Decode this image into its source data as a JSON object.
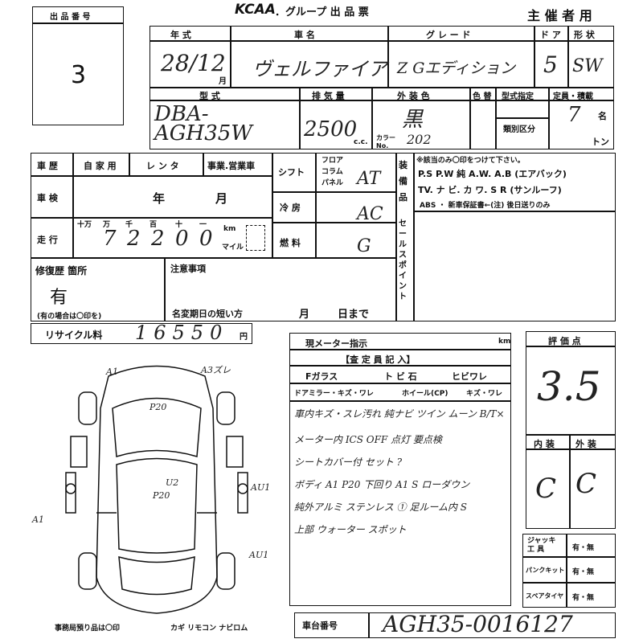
{
  "lot_box": {
    "header": "出 品 番 号",
    "number": "3"
  },
  "header": {
    "brand": "KCAA",
    "group": "．グループ 出 品 票",
    "host": "主 催 者 用"
  },
  "row1": {
    "year_label": "年 式",
    "name_label": "車 名",
    "grade_label": "グ レ ー ド",
    "door_label": "ド ア",
    "shape_label": "形 状",
    "year_val": "28/12",
    "month_mark": "月",
    "name_val": "ヴェルファイア",
    "grade_val": "Z Gエディション",
    "door_val": "5",
    "shape_val": "SW"
  },
  "row2": {
    "model_label": "型 式",
    "disp_label": "排 気 量",
    "color_label": "外 装 色",
    "color_code_label": "色 替",
    "type_label": "型式指定",
    "capacity_label": "定員・積載",
    "model_val": "DBA-AGH35W",
    "disp_val": "2500",
    "cc": "c.c.",
    "color_val": "黒",
    "color_no_label": "カラー No.",
    "color_no_val": "202",
    "class_label": "類別区分",
    "capacity_val": "7",
    "unit_seat": "名",
    "unit_ton": "トン"
  },
  "history": {
    "label": "車 歴",
    "opt1": "自 家 用",
    "opt2": "レ ン タ",
    "opt3": "事業.営業車"
  },
  "shift": {
    "label": "シフト",
    "floor": "フロア",
    "column": "コラム",
    "panel": "パネル",
    "val": "AT"
  },
  "equipment": {
    "label": "装備品",
    "note": "※該当のみ〇印をつけて下さい。",
    "line1": "P.S  P.W  純 A.W.  A.B (エアバック)",
    "line2": "TV. ナ ビ. カ ワ. S R (サンルーフ)",
    "line3": "ABS ・ 新車保証書←(注) 後日送りのみ"
  },
  "inspection": {
    "label": "車 検",
    "year": "年",
    "month": "月"
  },
  "aircon": {
    "label": "冷 房",
    "val": "AC"
  },
  "mileage": {
    "label": "走 行",
    "units": [
      "十万",
      "万",
      "千",
      "百",
      "十",
      "一"
    ],
    "digits": [
      "",
      "7",
      "2",
      "2",
      "0",
      "0"
    ],
    "km": "km",
    "mile": "マイル"
  },
  "fuel": {
    "label": "燃 料",
    "val": "G"
  },
  "sales_point": {
    "label": "セールスポイント"
  },
  "repair": {
    "label": "修復歴 箇所",
    "val": "有",
    "note": "(有の場合は〇印を)"
  },
  "notes": {
    "label": "注意事項",
    "name_change": "名変期日の短い方",
    "month": "月",
    "day": "日まで"
  },
  "recycle": {
    "label": "リサイクル料",
    "val": "16550",
    "unit": "円"
  },
  "meter": {
    "label": "現メーター指示",
    "unit": "km"
  },
  "inspector": {
    "header": "【査 定 員 記 入】",
    "fglass": "Fガラス",
    "scratch": "ト ビ 石",
    "crack": "ヒビワレ",
    "mirror": "ドアミラー・キズ・ワレ",
    "wheel": "ホイール(CP)",
    "wheel2": "キズ・ワレ",
    "lines": [
      "車内キズ・スレ汚れ 純ナビ ツイン ムーン B/T×",
      "メーター内 ICS OFF 点灯 要点検",
      "シートカバー付 セット ?",
      "ボディ A1 P20 下回り A1 S ローダウン",
      "純外アルミ ステンレス ① 足ルーム内 S",
      "上部 ウォーター スポット"
    ]
  },
  "score": {
    "label": "評 価 点",
    "val": "3.5",
    "interior_label": "内 装",
    "exterior_label": "外 装",
    "interior_val": "C",
    "exterior_val": "C"
  },
  "extras": {
    "jack": "ジャッキ 工 具",
    "jack_val": "有・無",
    "puncture": "パンクキット",
    "puncture_val": "有・無",
    "spare": "スペアタイヤ",
    "spare_val": "有・無"
  },
  "car_marks": {
    "a1_front": "A1",
    "a3": "A3ズレ",
    "p20_top": "P20",
    "u2": "U2",
    "p20_center": "P20",
    "au1_right": "AU1",
    "a1_left": "A1",
    "au1_bottom": "AU1"
  },
  "office": {
    "text": "事務局預り品は〇印",
    "items": "カギ リモコン ナビロム"
  },
  "chassis": {
    "label": "車台番号",
    "val": "AGH35-0016127"
  }
}
